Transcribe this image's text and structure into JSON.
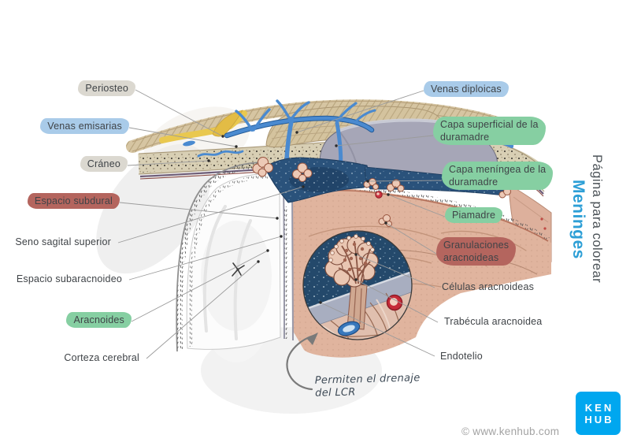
{
  "title_block": {
    "subtitle": "Página para colorear",
    "title": "Meninges"
  },
  "labels_left": [
    {
      "id": "periosteo",
      "lines": [
        "Periosteo"
      ],
      "highlight": "gray"
    },
    {
      "id": "venas-emisarias",
      "lines": [
        "Venas emisarias"
      ],
      "highlight": "blue"
    },
    {
      "id": "craneo",
      "lines": [
        "Cráneo"
      ],
      "highlight": "gray"
    },
    {
      "id": "espacio-subdural",
      "lines": [
        "Espacio subdural"
      ],
      "highlight": "red"
    },
    {
      "id": "seno-sagital-superior",
      "lines": [
        "Seno sagital superior"
      ],
      "highlight": "none"
    },
    {
      "id": "espacio-subaracnoideo",
      "lines": [
        "Espacio subaracnoideo"
      ],
      "highlight": "none"
    },
    {
      "id": "aracnoides",
      "lines": [
        "Aracnoides"
      ],
      "highlight": "green"
    },
    {
      "id": "corteza-cerebral",
      "lines": [
        "Corteza cerebral"
      ],
      "highlight": "none"
    }
  ],
  "labels_right": [
    {
      "id": "venas-diploicas",
      "lines": [
        "Venas diploicas"
      ],
      "highlight": "blue"
    },
    {
      "id": "capa-superficial-duramadre",
      "lines": [
        "Capa superficial de la",
        "duramadre"
      ],
      "highlight": "green"
    },
    {
      "id": "capa-meningea-duramadre",
      "lines": [
        "Capa meníngea de la",
        "duramadre"
      ],
      "highlight": "green"
    },
    {
      "id": "piamadre",
      "lines": [
        "Piamadre"
      ],
      "highlight": "green"
    },
    {
      "id": "granulaciones-aracnoideas",
      "lines": [
        "Granulaciones",
        "aracnoideas"
      ],
      "highlight": "red"
    },
    {
      "id": "celulas-aracnoideas",
      "lines": [
        "Células aracnoideas"
      ],
      "highlight": "none"
    },
    {
      "id": "trabecula-aracnoidea",
      "lines": [
        "Trabécula aracnoidea"
      ],
      "highlight": "none"
    },
    {
      "id": "endotelio",
      "lines": [
        "Endotelio"
      ],
      "highlight": "none"
    }
  ],
  "annotation": {
    "line1": "Permiten el drenaje",
    "line2": "del LCR"
  },
  "logo": {
    "line1": "KEN",
    "line2": "HUB"
  },
  "footer": {
    "copyright": "© www.kenhub.com"
  },
  "highlight_colors": {
    "blue": "#a9cbe9",
    "green": "#86cfa2",
    "red": "#b4655e",
    "gray": "#dbd8d0"
  },
  "colors": {
    "brand": "#00a7ef",
    "title_accent": "#2d9fd6"
  }
}
